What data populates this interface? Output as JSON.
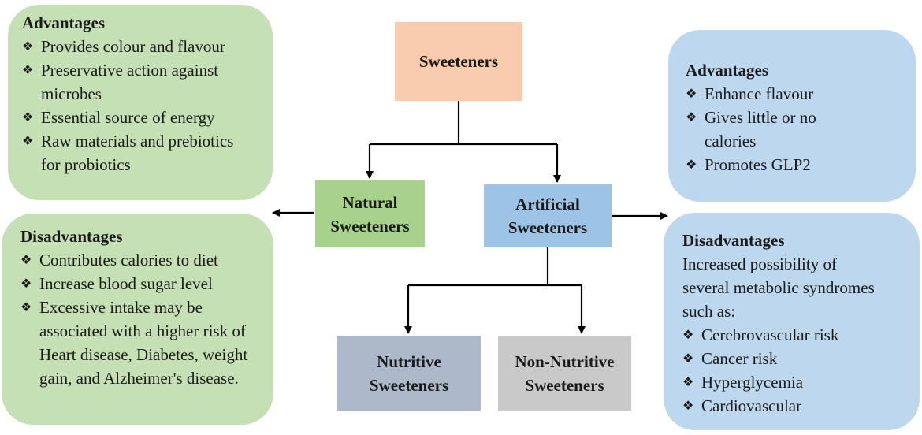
{
  "nodes": {
    "root": "Sweeteners",
    "natural_line1": "Natural",
    "natural_line2": "Sweeteners",
    "artificial_line1": "Artificial",
    "artificial_line2": "Sweeteners",
    "nutritive_line1": "Nutritive",
    "nutritive_line2": "Sweeteners",
    "non_nutritive_line1": "Non-Nutritive",
    "non_nutritive_line2": "Sweeteners"
  },
  "natural_advantages": {
    "heading": "Advantages",
    "items": [
      "Provides colour and flavour",
      "Preservative action against microbes",
      "Essential source of energy",
      "Raw materials and prebiotics for probiotics"
    ]
  },
  "natural_disadvantages": {
    "heading": "Disadvantages",
    "items": [
      "Contributes calories to diet",
      "Increase blood sugar level",
      "Excessive intake may be associated with a higher risk of Heart disease, Diabetes, weight gain, and Alzheimer's disease."
    ]
  },
  "artificial_advantages": {
    "heading": "Advantages",
    "items": [
      "Enhance flavour",
      "Gives little or no calories",
      "Promotes GLP2"
    ]
  },
  "artificial_disadvantages": {
    "heading": "Disadvantages",
    "intro": "Increased possibility of several metabolic syndromes such as:",
    "items": [
      "Cerebrovascular risk",
      "Cancer risk",
      "Hyperglycemia",
      "Cardiovascular"
    ]
  },
  "colors": {
    "root": "#f8cbad",
    "natural": "#a9d18e",
    "artificial": "#9dc3e6",
    "nutritive": "#adb9ca",
    "non_nutritive": "#c9c9c9",
    "green_panel": "#c5e0b4",
    "blue_panel": "#bdd7ee"
  }
}
